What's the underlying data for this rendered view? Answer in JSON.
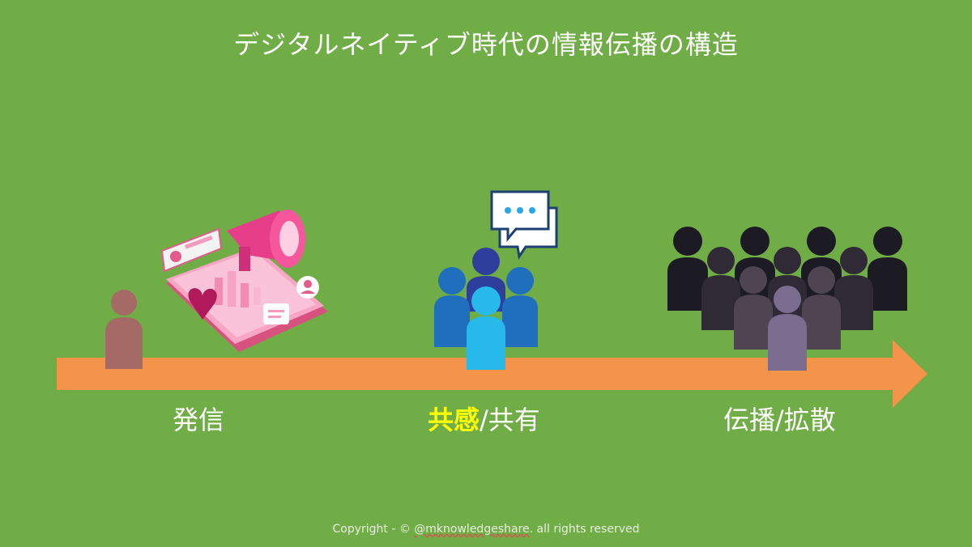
{
  "title": "デジタルネイティブ時代の情報伝播の構造",
  "stages": [
    {
      "label": "発信"
    },
    {
      "label_highlight": "共感",
      "label_rest": "/共有"
    },
    {
      "label": "伝播/拡散"
    }
  ],
  "copyright": {
    "prefix": "Copyright - © ",
    "handle": "@mknowledgeshare",
    "suffix": ". all rights reserved"
  },
  "colors": {
    "background": "#70ad47",
    "arrow": "#f4934a",
    "highlight": "#ffff00",
    "sender_person": "#a66a66",
    "empathy_people": [
      "#2e3e9c",
      "#1f6fbd",
      "#27b9ec"
    ],
    "crowd_people": [
      "#1c1a22",
      "#2f2a35",
      "#4e4452",
      "#7b6d90"
    ]
  },
  "icons": [
    "person-icon",
    "phone-megaphone-illustration",
    "chat-bubble-icon",
    "people-group-icon",
    "crowd-icon",
    "timeline-arrow"
  ]
}
